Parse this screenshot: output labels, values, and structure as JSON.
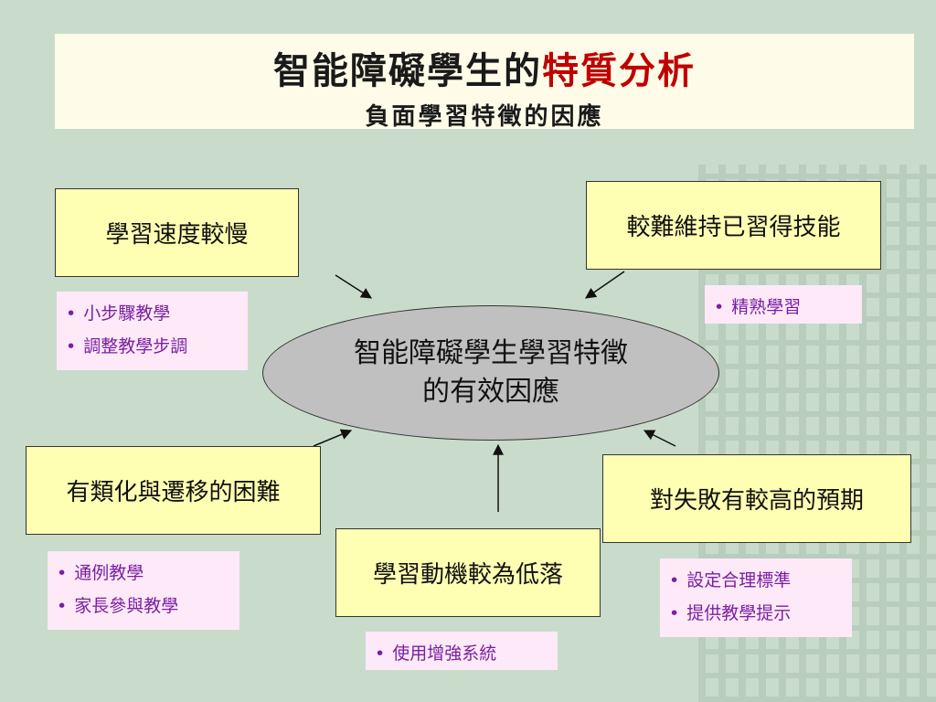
{
  "title": {
    "main": "智能障礙學生的",
    "accent": "特質分析",
    "subtitle": "負面學習特徵的因應"
  },
  "center": {
    "line1": "智能障礙學生學習特徵",
    "line2": "的有效因應"
  },
  "characteristics": {
    "slow_learning": "學習速度較慢",
    "retention": "較難維持已習得技能",
    "generalization": "有類化與遷移的困難",
    "failure_expectation": "對失敗有較高的預期",
    "low_motivation": "學習動機較為低落"
  },
  "strategies": {
    "slow_learning": [
      "小步驟教學",
      "調整教學步調"
    ],
    "retention": [
      "精熟學習"
    ],
    "generalization": [
      "通例教學",
      "家長參與教學"
    ],
    "failure_expectation": [
      "設定合理標準",
      "提供教學提示"
    ],
    "low_motivation": [
      "使用增強系統"
    ]
  },
  "colors": {
    "background": "#c9dccb",
    "title_accent": "#c00000",
    "box_fill": "#ffffb3",
    "strategy_fill": "#fde9f8",
    "strategy_text": "#7a1fa2",
    "ellipse_fill": "#c0c0c0"
  }
}
